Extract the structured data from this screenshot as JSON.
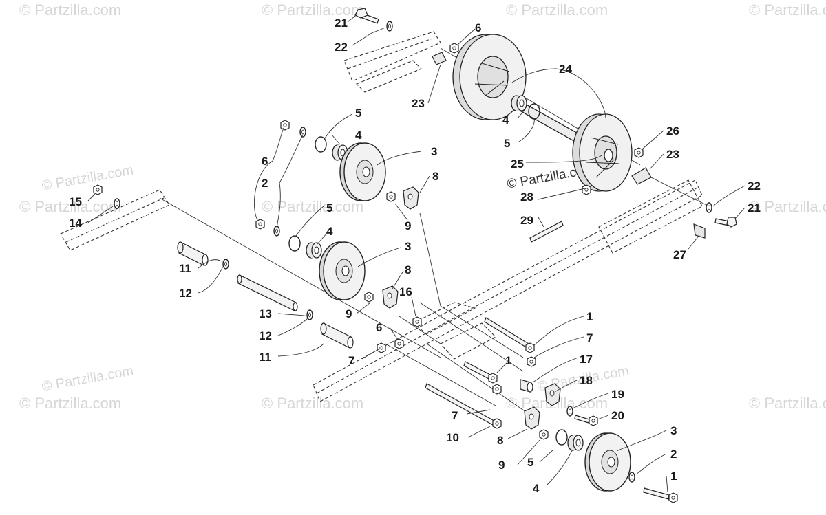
{
  "watermark": "© Partzilla.com",
  "callouts": [
    "1",
    "2",
    "3",
    "4",
    "5",
    "6",
    "7",
    "8",
    "9",
    "10",
    "11",
    "12",
    "13",
    "14",
    "15",
    "16",
    "17",
    "18",
    "19",
    "20",
    "21",
    "22",
    "23",
    "24",
    "25",
    "26",
    "27",
    "28",
    "29"
  ]
}
